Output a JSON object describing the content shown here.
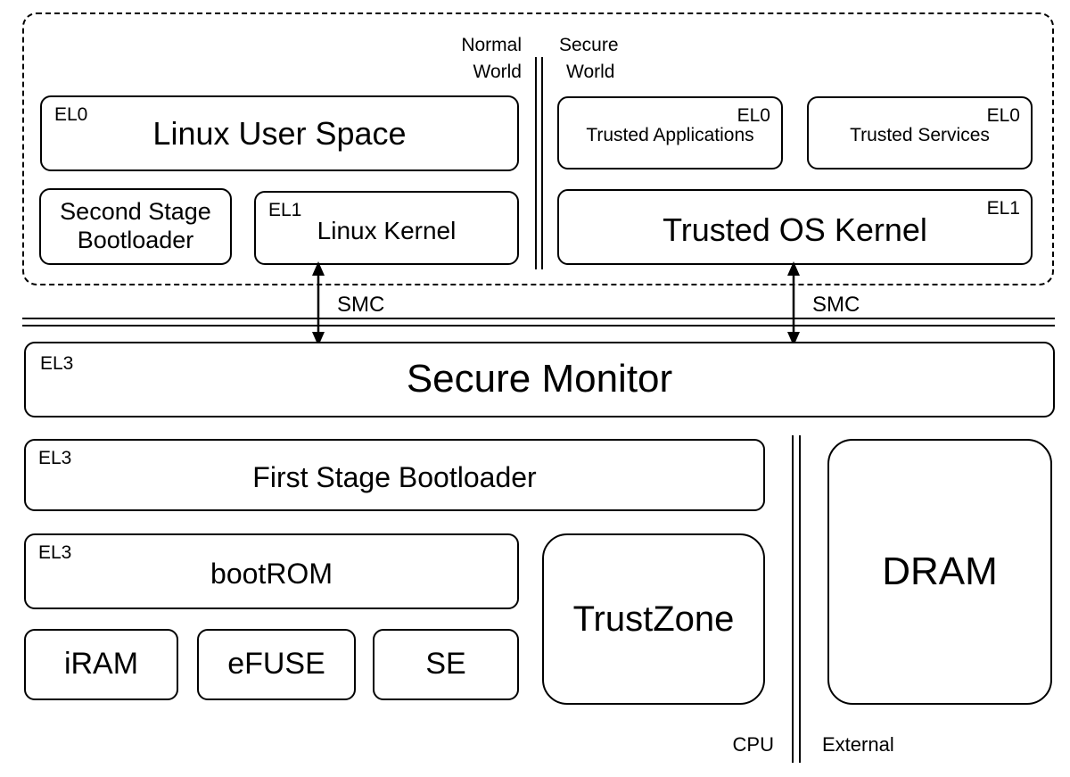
{
  "colors": {
    "line": "#000000",
    "background": "#ffffff",
    "text": "#000000"
  },
  "top_section": {
    "normal_world": {
      "line1": "Normal",
      "line2": "World"
    },
    "secure_world": {
      "line1": "Secure",
      "line2": "World"
    },
    "boxes": {
      "linux_user_space": {
        "el": "EL0",
        "title": "Linux User Space"
      },
      "trusted_applications": {
        "el": "EL0",
        "title": "Trusted Applications"
      },
      "trusted_services": {
        "el": "EL0",
        "title": "Trusted Services"
      },
      "second_stage_bootloader": {
        "title_line1": "Second Stage",
        "title_line2": "Bootloader"
      },
      "linux_kernel": {
        "el": "EL1",
        "title": "Linux Kernel"
      },
      "trusted_os_kernel": {
        "el": "EL1",
        "title": "Trusted OS Kernel"
      }
    }
  },
  "smc": {
    "left_label": "SMC",
    "right_label": "SMC"
  },
  "middle_section": {
    "secure_monitor": {
      "el": "EL3",
      "title": "Secure Monitor"
    }
  },
  "bottom_section": {
    "boxes": {
      "first_stage_bootloader": {
        "el": "EL3",
        "title": "First Stage Bootloader"
      },
      "boot_rom": {
        "el": "EL3",
        "title": "bootROM"
      },
      "iram": {
        "title": "iRAM"
      },
      "efuse": {
        "title": "eFUSE"
      },
      "se": {
        "title": "SE"
      },
      "trustzone": {
        "title": "TrustZone"
      },
      "dram": {
        "title": "DRAM"
      }
    },
    "labels": {
      "cpu": "CPU",
      "external": "External"
    }
  }
}
